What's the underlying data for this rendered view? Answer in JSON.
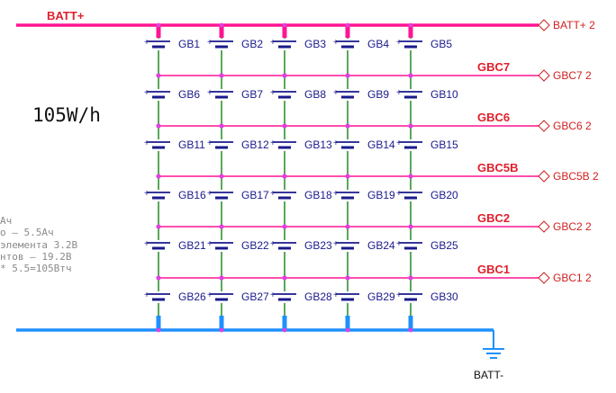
{
  "capacity_label": "105W/h",
  "rails": {
    "top": {
      "name": "BATT+",
      "port": "BATT+ 2",
      "color": "#ff1493"
    },
    "bottom": {
      "ground": "BATT-",
      "color": "#1e90ff"
    }
  },
  "tap_color": "#ff1493",
  "wire_color": "#228b22",
  "taps": [
    {
      "name": "GBC7",
      "port": "GBC7  2"
    },
    {
      "name": "GBC6",
      "port": "GBC6  2"
    },
    {
      "name": "GBC5B",
      "port": "GBC5B  2"
    },
    {
      "name": "GBC2",
      "port": "GBC2  2"
    },
    {
      "name": "GBC1",
      "port": "GBC1  2"
    }
  ],
  "grid": {
    "rows": [
      [
        "GB1",
        "GB2",
        "GB3",
        "GB4",
        "GB5"
      ],
      [
        "GB6",
        "GB7",
        "GB8",
        "GB9",
        "GB10"
      ],
      [
        "GB11",
        "GB12",
        "GB13",
        "GB14",
        "GB15"
      ],
      [
        "GB16",
        "GB17",
        "GB18",
        "GB19",
        "GB20"
      ],
      [
        "GB21",
        "GB22",
        "GB23",
        "GB24",
        "GB25"
      ],
      [
        "GB26",
        "GB27",
        "GB28",
        "GB29",
        "GB30"
      ]
    ]
  },
  "plus_sign": "+",
  "notes": [
    "Ач",
    "о – 5.5Ач",
    " элемента 3.2В",
    "нтов – 19.2В",
    " * 5.5=105Втч"
  ]
}
